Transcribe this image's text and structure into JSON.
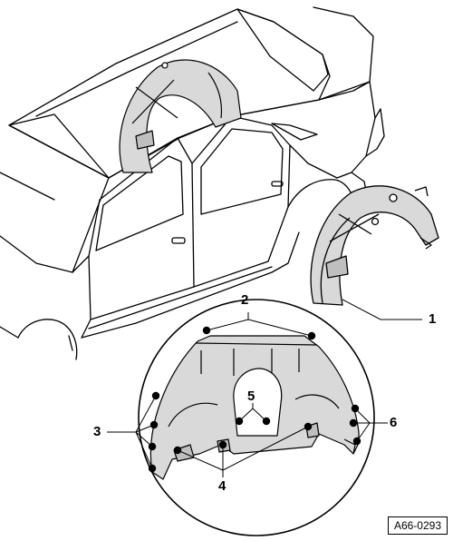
{
  "callouts": {
    "c1": "1",
    "c2": "2",
    "c3": "3",
    "c4": "4",
    "c5": "5",
    "c6": "6"
  },
  "figure_ref": "A66-0293",
  "colors": {
    "line": "#000000",
    "part_fill": "#d9d9d9",
    "part_shade": "#bfbfbf",
    "background": "#ffffff"
  }
}
